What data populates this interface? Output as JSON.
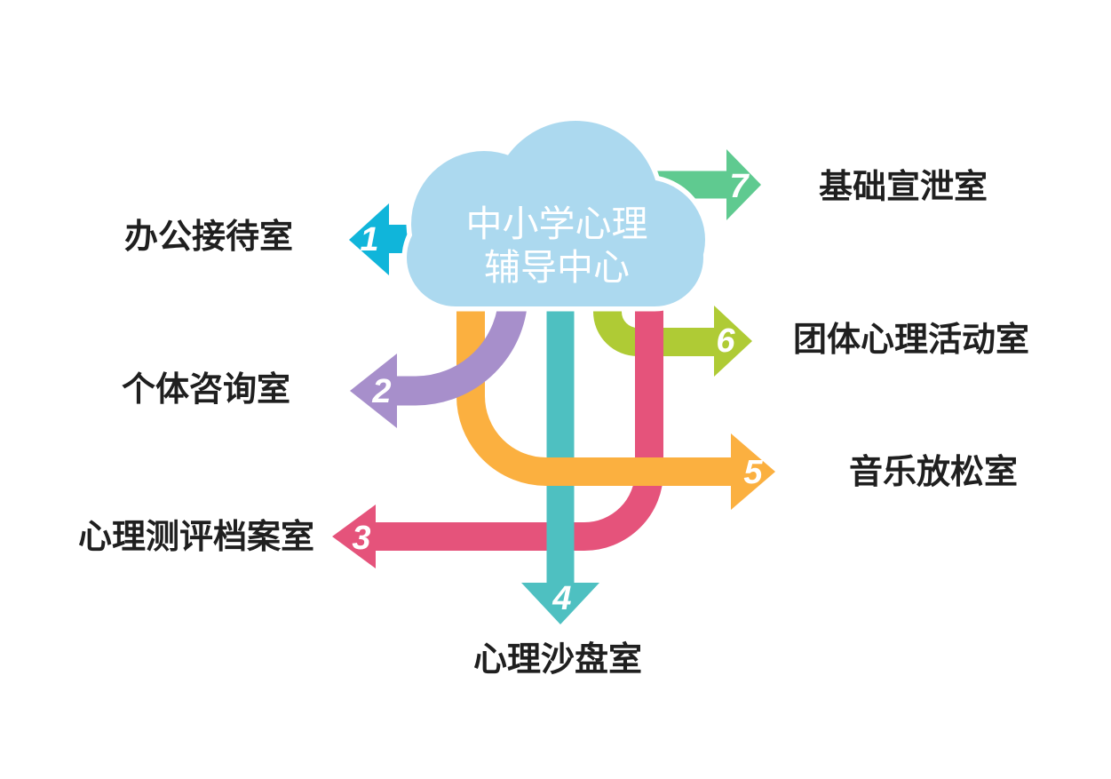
{
  "title": {
    "line1": "中小学心理",
    "line2": "辅导中心"
  },
  "items": [
    {
      "num": "1",
      "label": "办公接待室",
      "color": "#10B5DA",
      "direction": "left"
    },
    {
      "num": "2",
      "label": "个体咨询室",
      "color": "#A78FCB",
      "direction": "left"
    },
    {
      "num": "3",
      "label": "心理测评档案室",
      "color": "#E5537B",
      "direction": "left"
    },
    {
      "num": "4",
      "label": "心理沙盘室",
      "color": "#4EC0C1",
      "direction": "down"
    },
    {
      "num": "5",
      "label": "音乐放松室",
      "color": "#FBB040",
      "direction": "right"
    },
    {
      "num": "6",
      "label": "团体心理活动室",
      "color": "#AFCB35",
      "direction": "right"
    },
    {
      "num": "7",
      "label": "基础宣泄室",
      "color": "#5FCA90",
      "direction": "right"
    }
  ],
  "colors": {
    "cloud": "#ACD9EF",
    "cloud_outline": "#FFFFFF",
    "label_text": "#1F1F1F",
    "cloud_text": "#FFFFFF",
    "numeral": "#FFFFFF",
    "background": "#FFFFFF"
  }
}
